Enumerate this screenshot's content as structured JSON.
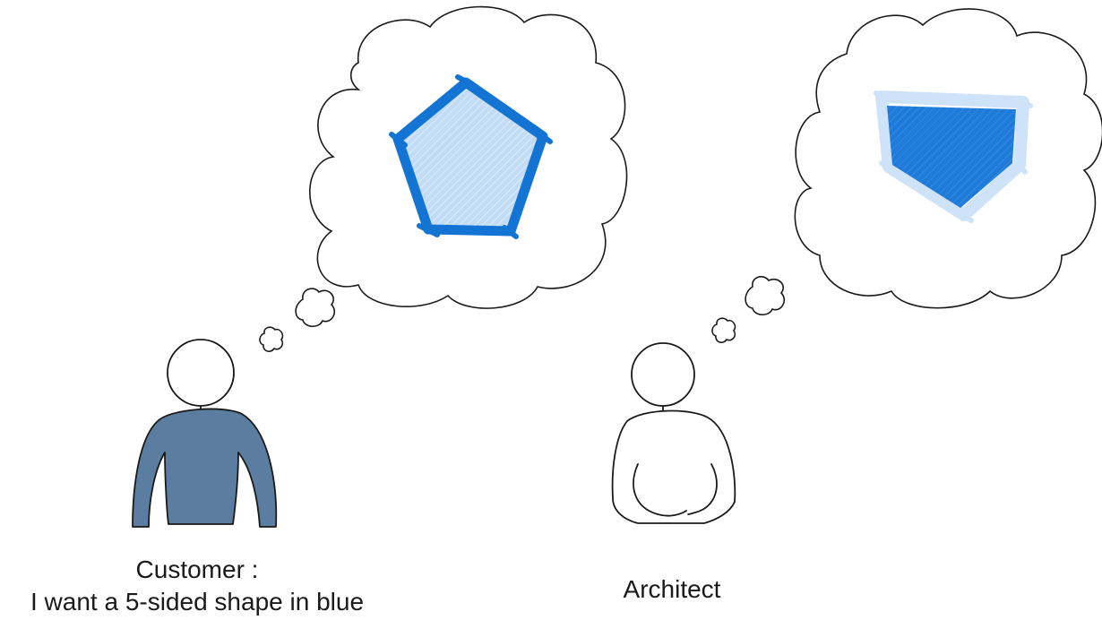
{
  "customer": {
    "caption_line1": "Customer :",
    "caption_line2": "I want a 5-sided shape in blue",
    "body_color": "#5B7D9F",
    "imagined_shape": {
      "sides": 5,
      "stroke_color": "#1474D4",
      "fill_color": "#C3DCF5"
    }
  },
  "architect": {
    "caption": "Architect",
    "body_color": "#FFFFFF",
    "imagined_shape": {
      "sides": 5,
      "stroke_color": "#CFE3F8",
      "fill_color": "#1F7BDA"
    }
  },
  "colors": {
    "outline": "#1A1A1A",
    "background": "#FFFFFF"
  }
}
